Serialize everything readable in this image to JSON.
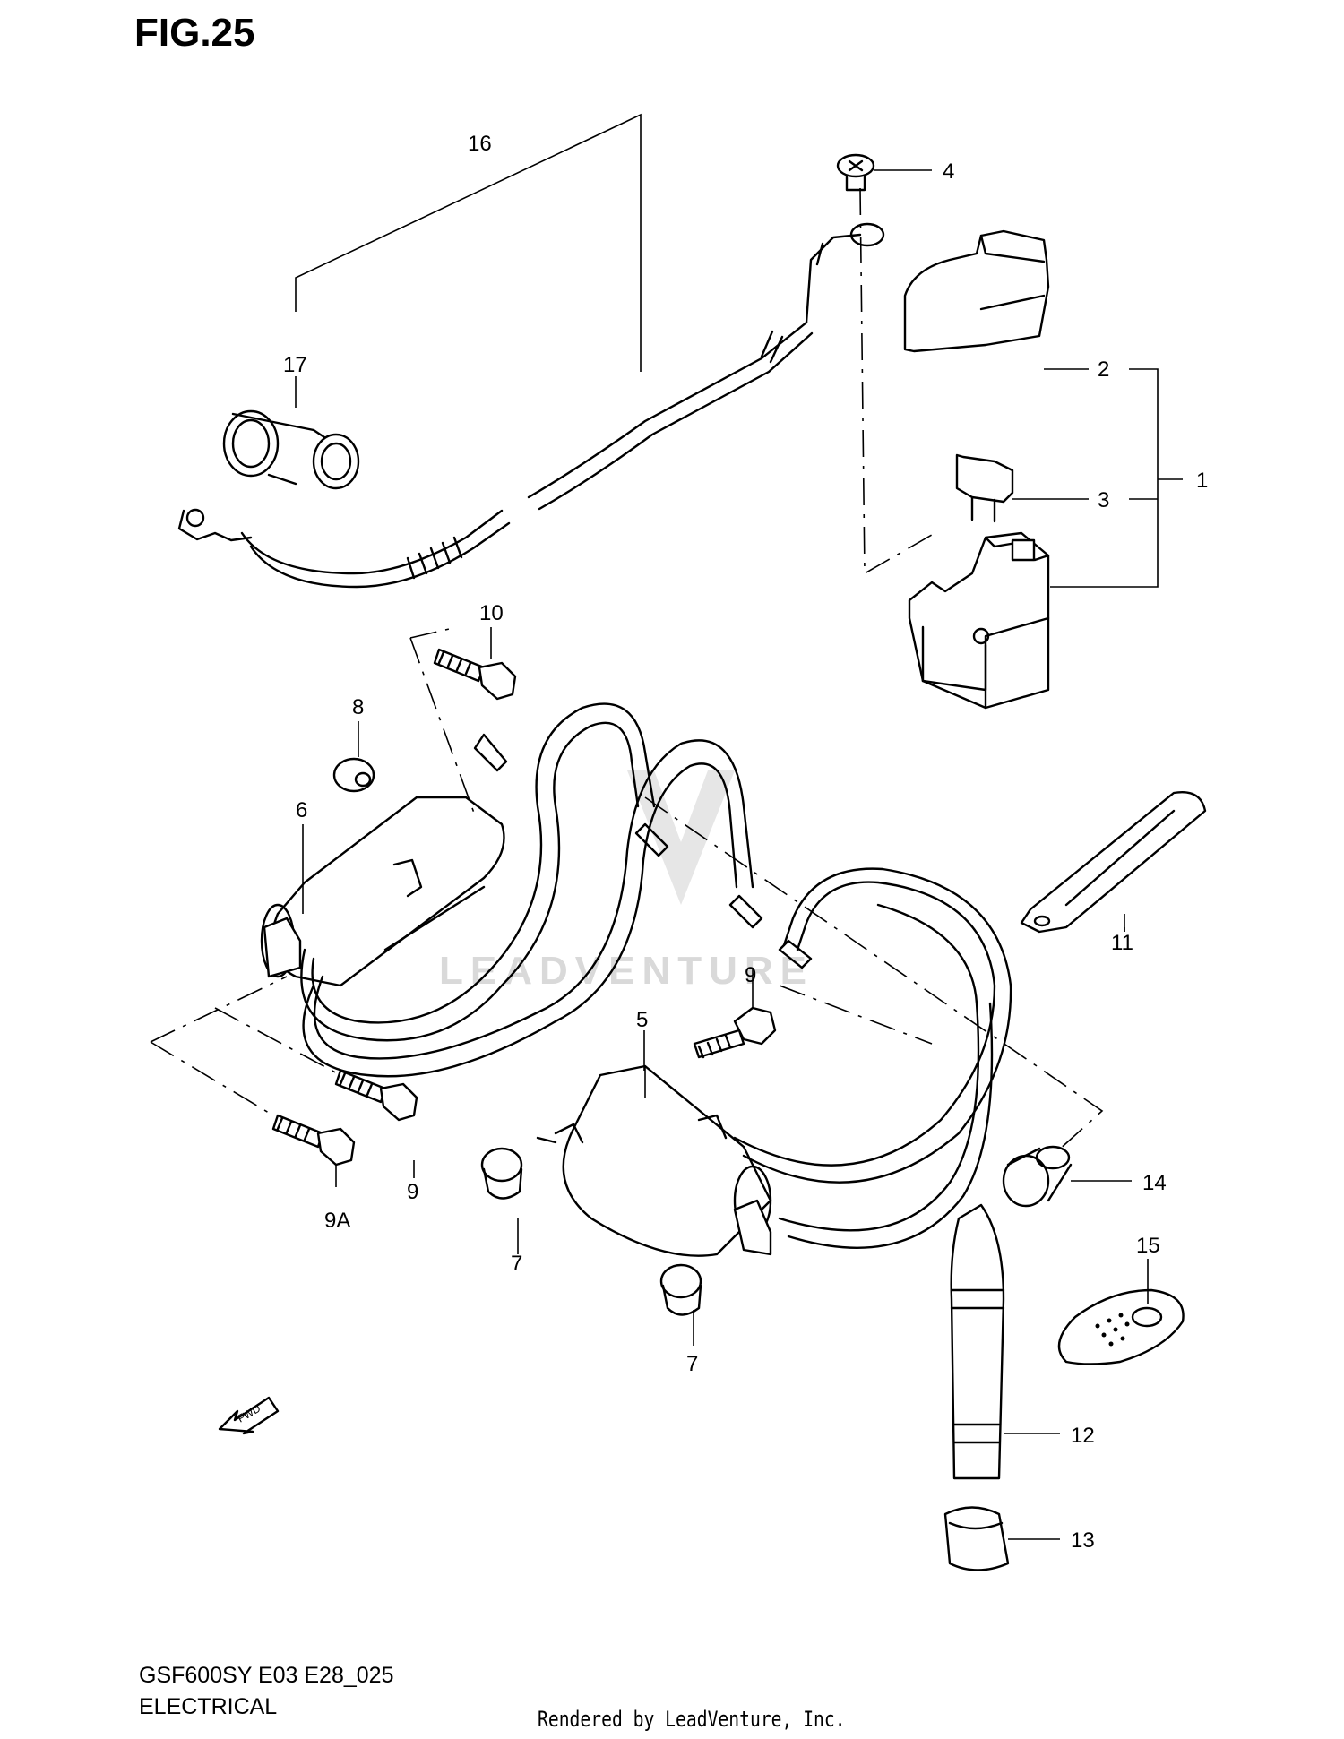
{
  "figure": {
    "title": "FIG.25",
    "model_code": "GSF600SY E03 E28_025",
    "section": "ELECTRICAL",
    "rendered_by": "Rendered by LeadVenture, Inc.",
    "watermark": "LEADVENTURE",
    "direction_marker": "FWD"
  },
  "callouts": {
    "c1": "1",
    "c2": "2",
    "c3": "3",
    "c4": "4",
    "c5": "5",
    "c6": "6",
    "c7a": "7",
    "c7b": "7",
    "c8": "8",
    "c9a": "9",
    "c9b": "9",
    "c9A": "9A",
    "c10": "10",
    "c11": "11",
    "c12": "12",
    "c13": "13",
    "c14": "14",
    "c15": "15",
    "c16": "16",
    "c17": "17"
  },
  "colors": {
    "line": "#000000",
    "background": "#ffffff",
    "watermark": "#d9d9d9"
  }
}
